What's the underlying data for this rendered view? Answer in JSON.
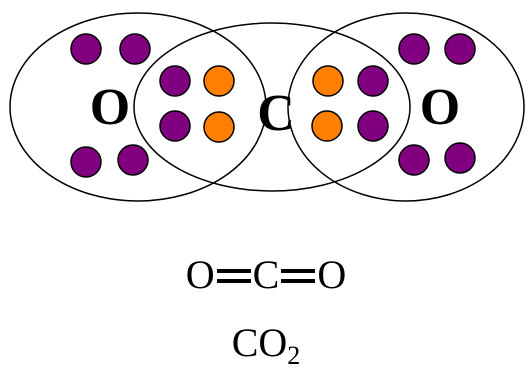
{
  "diagram": {
    "atoms": [
      {
        "symbol": "O",
        "role": "left-oxygen"
      },
      {
        "symbol": "C",
        "role": "carbon"
      },
      {
        "symbol": "O",
        "role": "right-oxygen"
      }
    ],
    "colors": {
      "oxygen_electron": "#800080",
      "carbon_electron": "#ff7f00",
      "outline": "#000000",
      "background": "#ffffff"
    }
  },
  "structural_formula": {
    "left": "O",
    "center": "C",
    "right": "O"
  },
  "molecular_formula": {
    "base": "CO",
    "subscript": "2"
  }
}
